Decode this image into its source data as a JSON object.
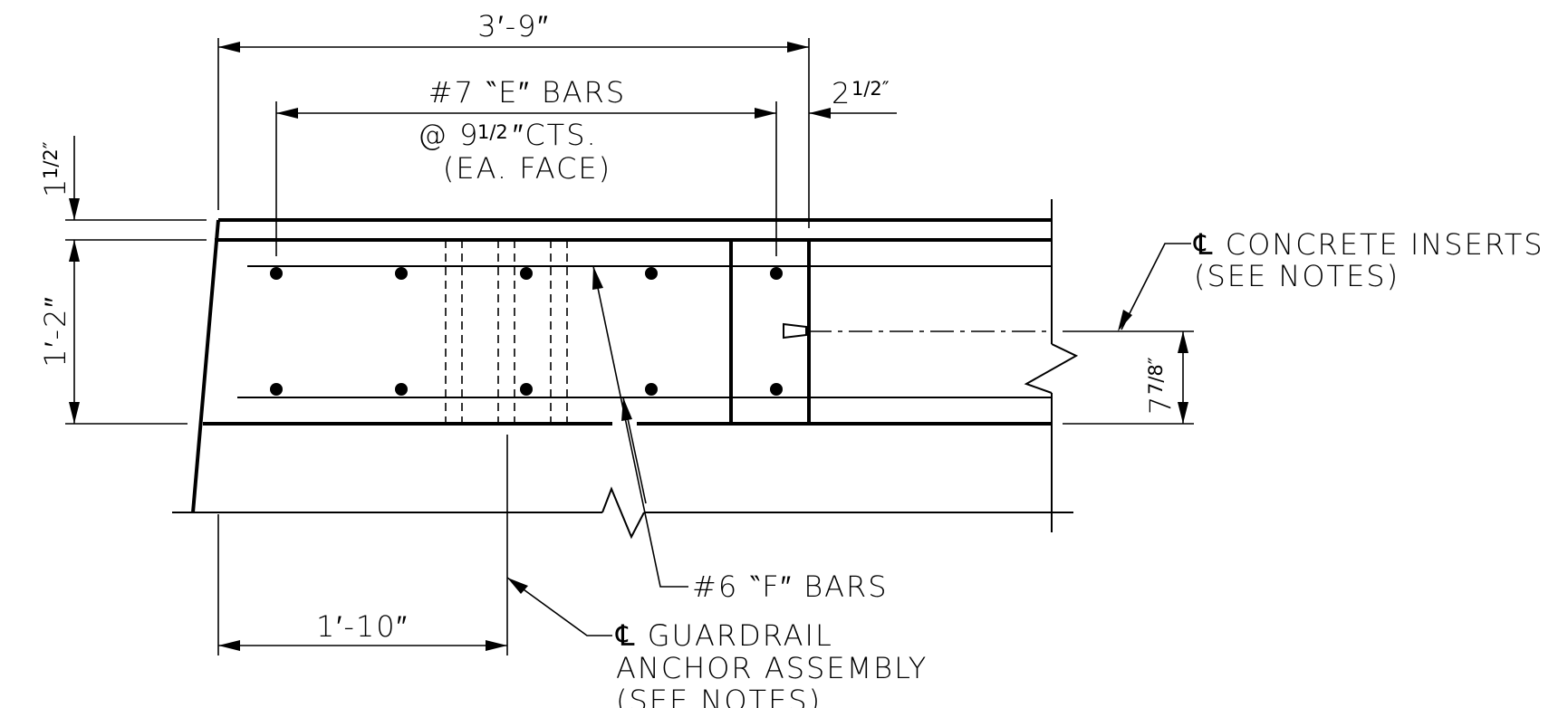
{
  "dimensions": {
    "overall_width": "3′-9″",
    "edge_offset_whole": "2",
    "edge_offset_frac": "1/2″",
    "top_cover_whole": "1",
    "top_cover_frac": "1/2″",
    "depth": "1′-2″",
    "insert_height_whole": "7",
    "insert_height_frac": "7/8″",
    "anchor_offset": "1′-10″"
  },
  "labels": {
    "e_bars_line1": "#7 ‶E″ BARS",
    "e_bars_spacing_prefix": "@ 9",
    "e_bars_spacing_frac": "1/2",
    "e_bars_spacing_suffix": "″CTS.",
    "e_bars_line3": "(EA. FACE)",
    "f_bars": "#6 ‶F″ BARS",
    "inserts_line1": "℄ CONCRETE INSERTS",
    "inserts_line2": "(SEE NOTES)",
    "guardrail_line1": "℄ GUARDRAIL",
    "guardrail_line2": "ANCHOR ASSEMBLY",
    "guardrail_line3": "(SEE NOTES)"
  }
}
